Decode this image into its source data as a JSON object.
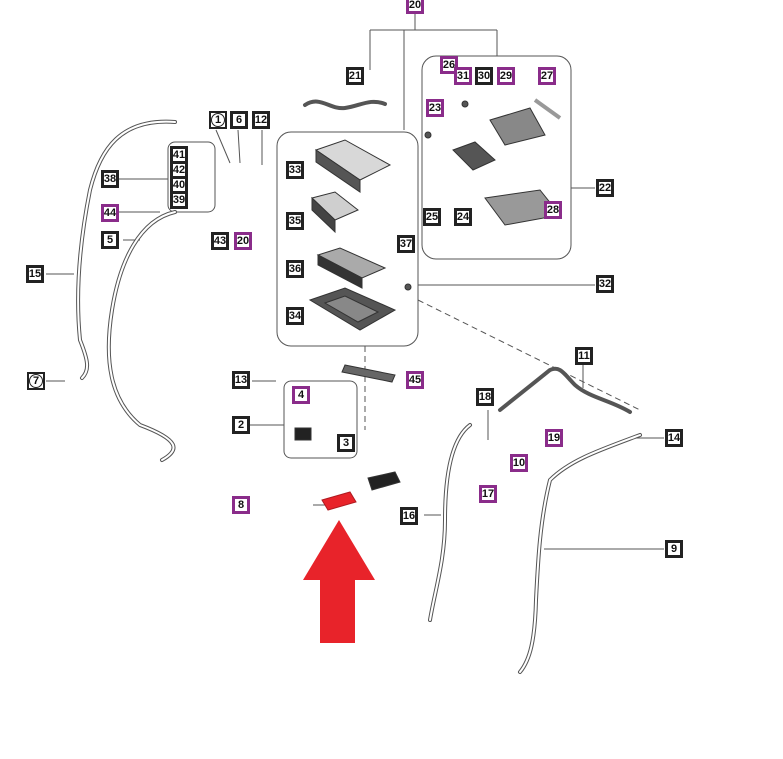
{
  "diagram": {
    "highlight_color": "#e8232a",
    "arrow_color": "#e8232a",
    "line_color": "#555555",
    "purple_accent": "#8a2c8a"
  },
  "callouts": [
    {
      "id": "c20top",
      "label": "20",
      "style": "purple"
    },
    {
      "id": "c21",
      "label": "21",
      "style": "black"
    },
    {
      "id": "c26",
      "label": "26",
      "style": "purple"
    },
    {
      "id": "c31",
      "label": "31",
      "style": "purple"
    },
    {
      "id": "c30",
      "label": "30",
      "style": "black"
    },
    {
      "id": "c29",
      "label": "29",
      "style": "purple"
    },
    {
      "id": "c27",
      "label": "27",
      "style": "purple"
    },
    {
      "id": "c23",
      "label": "23",
      "style": "purple"
    },
    {
      "id": "c1",
      "label": "1",
      "style": "round"
    },
    {
      "id": "c6",
      "label": "6",
      "style": "black"
    },
    {
      "id": "c12",
      "label": "12",
      "style": "black"
    },
    {
      "id": "c33",
      "label": "33",
      "style": "black"
    },
    {
      "id": "c22",
      "label": "22",
      "style": "black"
    },
    {
      "id": "c41",
      "label": "41",
      "style": "black"
    },
    {
      "id": "c42",
      "label": "42",
      "style": "black"
    },
    {
      "id": "c38",
      "label": "38",
      "style": "black"
    },
    {
      "id": "c40",
      "label": "40",
      "style": "black"
    },
    {
      "id": "c39",
      "label": "39",
      "style": "black"
    },
    {
      "id": "c44",
      "label": "44",
      "style": "purple"
    },
    {
      "id": "c35",
      "label": "35",
      "style": "black"
    },
    {
      "id": "c25",
      "label": "25",
      "style": "black"
    },
    {
      "id": "c24",
      "label": "24",
      "style": "black"
    },
    {
      "id": "c28",
      "label": "28",
      "style": "purple"
    },
    {
      "id": "c5",
      "label": "5",
      "style": "black"
    },
    {
      "id": "c43",
      "label": "43",
      "style": "black"
    },
    {
      "id": "c20mid",
      "label": "20",
      "style": "purple"
    },
    {
      "id": "c37",
      "label": "37",
      "style": "black"
    },
    {
      "id": "c36",
      "label": "36",
      "style": "black"
    },
    {
      "id": "c15",
      "label": "15",
      "style": "black"
    },
    {
      "id": "c32",
      "label": "32",
      "style": "black"
    },
    {
      "id": "c34",
      "label": "34",
      "style": "black"
    },
    {
      "id": "c11",
      "label": "11",
      "style": "black"
    },
    {
      "id": "c7",
      "label": "7",
      "style": "round"
    },
    {
      "id": "c13",
      "label": "13",
      "style": "black"
    },
    {
      "id": "c45",
      "label": "45",
      "style": "purple"
    },
    {
      "id": "c4",
      "label": "4",
      "style": "purple"
    },
    {
      "id": "c18",
      "label": "18",
      "style": "black"
    },
    {
      "id": "c19",
      "label": "19",
      "style": "purple"
    },
    {
      "id": "c14",
      "label": "14",
      "style": "black"
    },
    {
      "id": "c2",
      "label": "2",
      "style": "black"
    },
    {
      "id": "c3",
      "label": "3",
      "style": "black"
    },
    {
      "id": "c10",
      "label": "10",
      "style": "purple"
    },
    {
      "id": "c17",
      "label": "17",
      "style": "purple"
    },
    {
      "id": "c8",
      "label": "8",
      "style": "purple"
    },
    {
      "id": "c16",
      "label": "16",
      "style": "black"
    },
    {
      "id": "c9",
      "label": "9",
      "style": "black"
    }
  ]
}
